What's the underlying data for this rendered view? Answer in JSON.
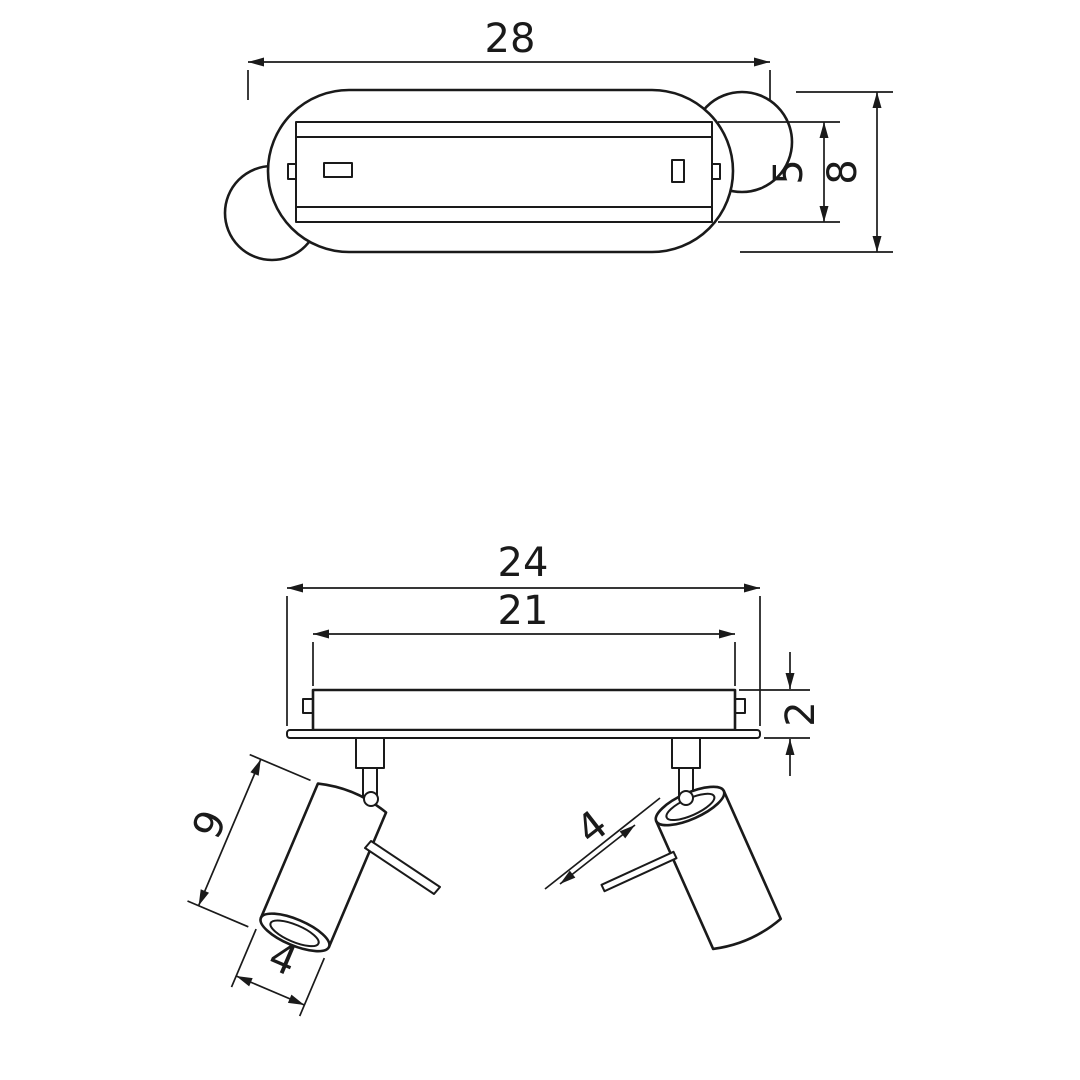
{
  "drawing": {
    "kind": "technical-dimension-drawing",
    "subject": "two-head ceiling spotlight fixture",
    "line_color": "#1a1a1a",
    "background_color": "#ffffff",
    "top_view": {
      "width": "28",
      "bracket_height": "5",
      "body_height": "8"
    },
    "front_view": {
      "overall_width": "24",
      "plate_width": "21",
      "plate_thickness": "2",
      "head_length": "9",
      "head_diameter_left": "4",
      "head_diameter_right": "4"
    }
  }
}
